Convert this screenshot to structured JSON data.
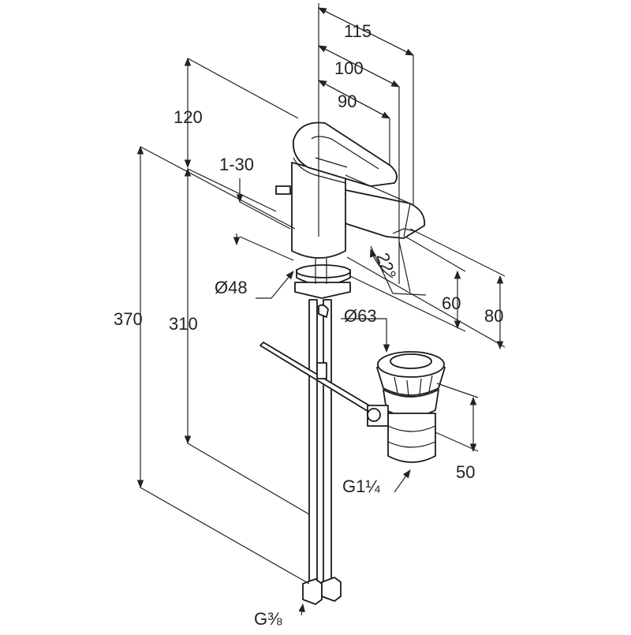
{
  "dimensions": {
    "width_115": "115",
    "width_100": "100",
    "width_90": "90",
    "height_120": "120",
    "rotation_1_30": "1-30",
    "height_370": "370",
    "height_310": "310",
    "diameter_48": "Ø48",
    "angle_22": "22°",
    "height_60": "60",
    "height_80": "80",
    "diameter_63": "Ø63",
    "height_50": "50",
    "thread_g114": "G1¼",
    "thread_g38": "G⅜"
  },
  "colors": {
    "line": "#1a1a1a",
    "background": "#ffffff"
  }
}
